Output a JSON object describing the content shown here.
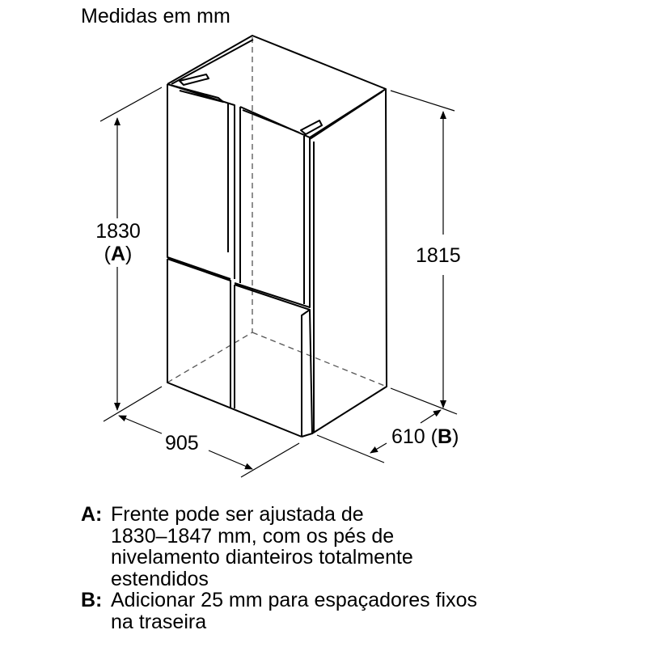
{
  "title": "Medidas em mm",
  "dimensions": {
    "height_front": "1830",
    "height_front_ref": "A",
    "height_side": "1815",
    "width": "905",
    "depth": "610",
    "depth_ref": "B"
  },
  "notes": [
    {
      "key": "A:",
      "lines": [
        "Frente pode ser ajustada de",
        "1830–1847 mm, com os pés de",
        "nivelamento dianteiros totalmente",
        "estendidos"
      ]
    },
    {
      "key": "B:",
      "lines": [
        "Adicionar 25 mm para espaçadores fixos",
        "na traseira"
      ]
    }
  ]
}
